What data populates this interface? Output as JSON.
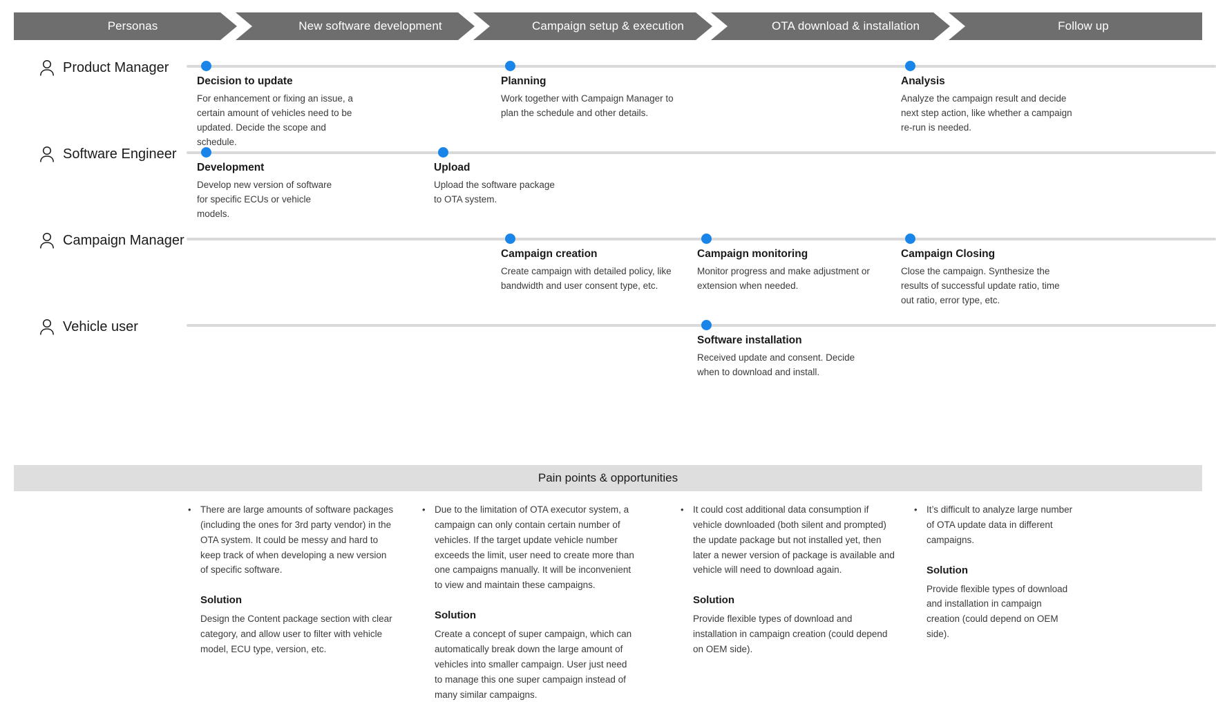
{
  "phases": [
    {
      "label": "Personas"
    },
    {
      "label": "New software development"
    },
    {
      "label": "Campaign setup & execution"
    },
    {
      "label": "OTA download & installation"
    },
    {
      "label": "Follow up"
    }
  ],
  "colors": {
    "phase_band": "#6e6e6e",
    "phase_label": "#ffffff",
    "track": "#d9d9d9",
    "dot": "#1a85e8",
    "pain_band": "#dedede",
    "text": "#1a1a1a"
  },
  "personas": [
    {
      "name": "Product Manager",
      "icon": "person-icon",
      "nodes": [
        {
          "title": "Decision to update",
          "desc": "For enhancement or fixing an issue, a certain amount of vehicles need to be updated. Decide the scope and schedule."
        },
        {
          "title": "Planning",
          "desc": "Work together with Campaign Manager to plan the schedule and other details."
        },
        {
          "title": "Analysis",
          "desc": "Analyze the campaign result and decide next step action, like whether a campaign re-run is needed."
        }
      ]
    },
    {
      "name": "Software Engineer",
      "icon": "person-icon",
      "nodes": [
        {
          "title": "Development",
          "desc": "Develop new version of software for specific ECUs or vehicle models."
        },
        {
          "title": "Upload",
          "desc": "Upload the software package to OTA system."
        }
      ]
    },
    {
      "name": "Campaign Manager",
      "icon": "person-icon",
      "nodes": [
        {
          "title": "Campaign creation",
          "desc": "Create campaign with detailed policy, like bandwidth and user consent type, etc."
        },
        {
          "title": "Campaign monitoring",
          "desc": "Monitor progress and make adjustment or extension when needed."
        },
        {
          "title": "Campaign Closing",
          "desc": "Close the campaign. Synthesize the results of successful update ratio, time out ratio, error type, etc."
        }
      ]
    },
    {
      "name": "Vehicle user",
      "icon": "person-icon",
      "nodes": [
        {
          "title": "Software installation",
          "desc": "Received update and consent. Decide when to download and install."
        }
      ]
    }
  ],
  "pain_points": {
    "band_title": "Pain points & opportunities",
    "solution_label": "Solution",
    "columns": [
      {
        "bullet": "There are large amounts of software packages (including the ones for 3rd party vendor) in the OTA system. It could be messy and hard to keep track of when developing a new version of specific software.",
        "solution": "Design the Content package section with clear category, and allow user to filter with vehicle model, ECU type, version, etc."
      },
      {
        "bullet": "Due to the limitation of OTA executor system, a campaign can only contain certain number of vehicles. If the target update vehicle number exceeds the limit, user need to create more than one campaigns manually. It will be inconvenient to view and maintain these campaigns.",
        "solution": "Create a concept of super campaign, which can automatically break down the large amount of vehicles into smaller campaign. User just need to manage this one super campaign instead of many similar campaigns."
      },
      {
        "bullet": "It could cost additional data consumption if vehicle downloaded (both silent and prompted) the update package but not installed yet, then later a newer version of package is available and vehicle will need to download again.",
        "solution": "Provide flexible types of download and installation in campaign creation (could depend on OEM side)."
      },
      {
        "bullet": "It’s difficult to analyze large number of OTA update data in different campaigns.",
        "solution": "Provide flexible types of download and installation in campaign creation (could depend on OEM side)."
      }
    ]
  }
}
